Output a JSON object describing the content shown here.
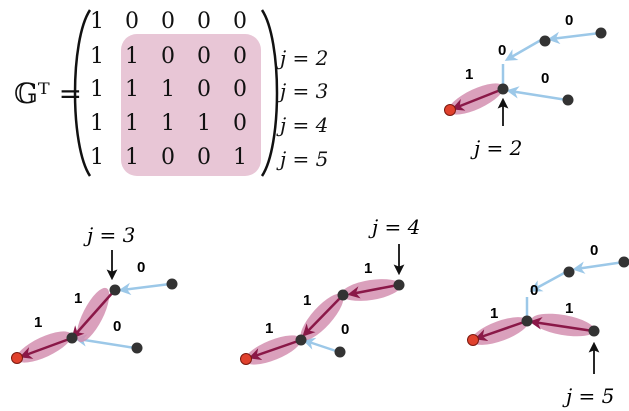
{
  "matrix": {
    "lhs": "𝔾ᵀ =",
    "rows": [
      [
        "1",
        "0",
        "0",
        "0",
        "0"
      ],
      [
        "1",
        "1",
        "0",
        "0",
        "0"
      ],
      [
        "1",
        "1",
        "1",
        "0",
        "0"
      ],
      [
        "1",
        "1",
        "1",
        "1",
        "0"
      ],
      [
        "1",
        "1",
        "0",
        "0",
        "1"
      ]
    ],
    "row_labels": [
      "",
      "j = 2",
      "j = 3",
      "j = 4",
      "j = 5"
    ],
    "highlight_color": "#e8c6d6"
  },
  "colors": {
    "edge_active": "#8a1848",
    "edge_highlight": "#d38fb0",
    "edge_inactive": "#9cc8e8",
    "node": "#333333",
    "root_node": "#e0412d"
  },
  "trees": [
    {
      "id": "j2",
      "pointer_label": "j = 2",
      "edge_labels": [
        "1",
        "0",
        "0",
        "0"
      ]
    },
    {
      "id": "j3",
      "pointer_label": "j = 3",
      "edge_labels": [
        "1",
        "1",
        "0",
        "0"
      ]
    },
    {
      "id": "j4",
      "pointer_label": "j = 4",
      "edge_labels": [
        "1",
        "1",
        "1",
        "0"
      ]
    },
    {
      "id": "j5",
      "pointer_label": "j = 5",
      "edge_labels": [
        "1",
        "1",
        "0",
        "0"
      ]
    }
  ]
}
